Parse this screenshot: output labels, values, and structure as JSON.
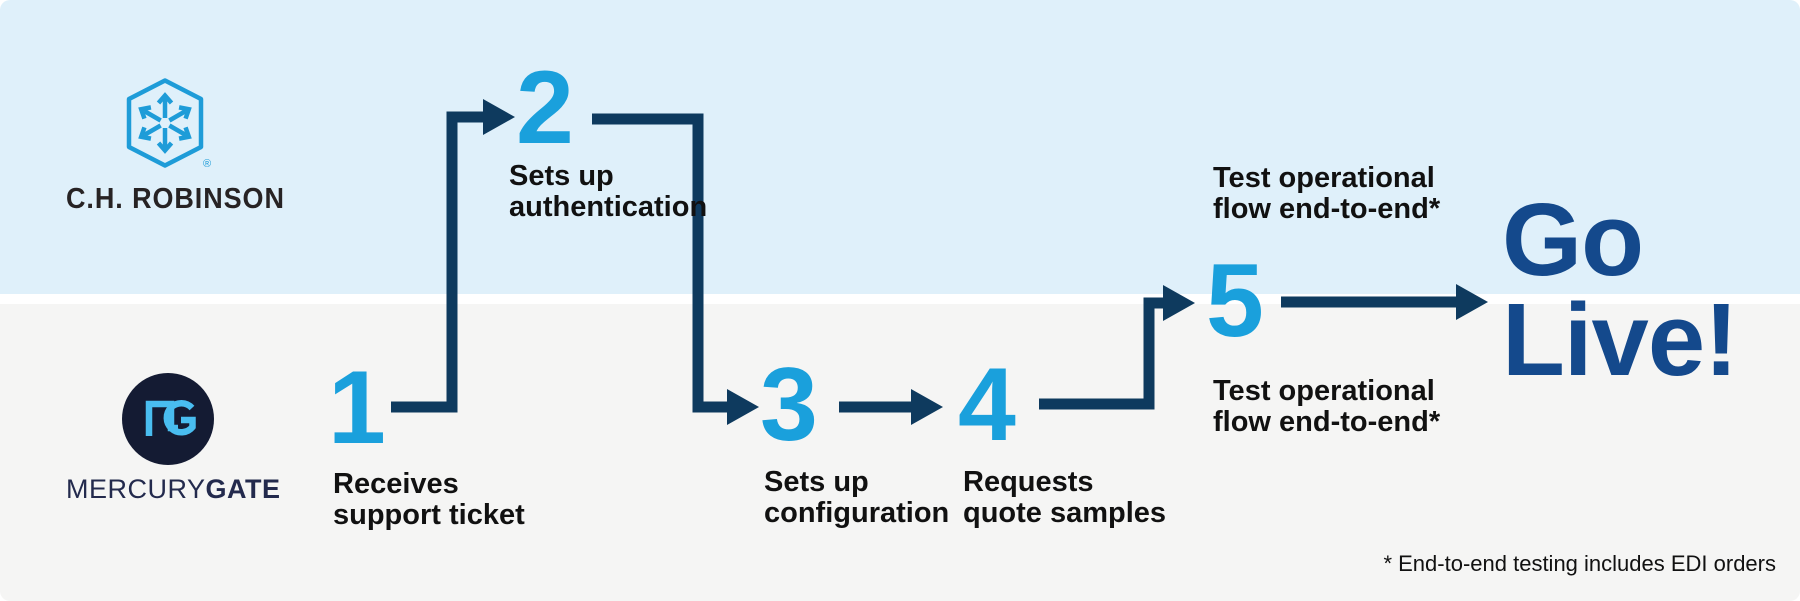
{
  "colors": {
    "bg_top": "#dff0fa",
    "bg_bottom": "#f5f5f4",
    "divider_band": "#ffffff",
    "step_number_blue": "#1aa0dc",
    "connector_navy": "#0e3a5e",
    "go_live_blue": "#14498c",
    "label_black": "#111111",
    "chrobinson_logo_blue": "#1e9cd8",
    "chrobinson_wordmark": "#272324",
    "mercurygate_circle_navy": "#141b33",
    "mercurygate_monogram_blue": "#49bdf0",
    "mercurygate_wordmark_navy": "#232a4d"
  },
  "icons": {
    "chrobinson_logo": "hexagon-arrows-icon",
    "mercurygate_logo": "mg-monogram-circle-icon"
  },
  "logos": {
    "chrobinson": {
      "wordmark": "C.H. ROBINSON",
      "registered": "®"
    },
    "mercurygate": {
      "wordmark_light": "MERCURY",
      "wordmark_bold": "GATE"
    }
  },
  "steps": [
    {
      "num": "1",
      "label": "Receives\nsupport ticket"
    },
    {
      "num": "2",
      "label": "Sets up\nauthentication"
    },
    {
      "num": "3",
      "label": "Sets up\nconfiguration"
    },
    {
      "num": "4",
      "label": "Requests\nquote samples"
    },
    {
      "num": "5",
      "label_above": "Test operational\nflow end-to-end*",
      "label_below": "Test operational\nflow end-to-end*"
    }
  ],
  "go_live": "Go\nLive!",
  "footnote": "* End-to-end testing includes EDI orders"
}
